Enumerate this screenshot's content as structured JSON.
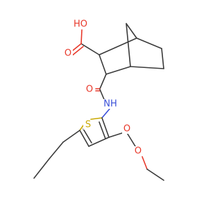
{
  "colors": {
    "carbon": "#3a3a3a",
    "oxygen": "#e8382a",
    "nitrogen": "#3a4fd8",
    "sulfur": "#c9a800",
    "background": "#ffffff"
  },
  "atom_labels": {
    "hydroxyl": "HO",
    "carboxyl_oxygen": "O",
    "amide_oxygen": "O",
    "amide_nh": "NH",
    "thiophene_sulfur": "S",
    "ester_carbonyl_oxygen": "O",
    "ester_ether_oxygen": "O"
  }
}
